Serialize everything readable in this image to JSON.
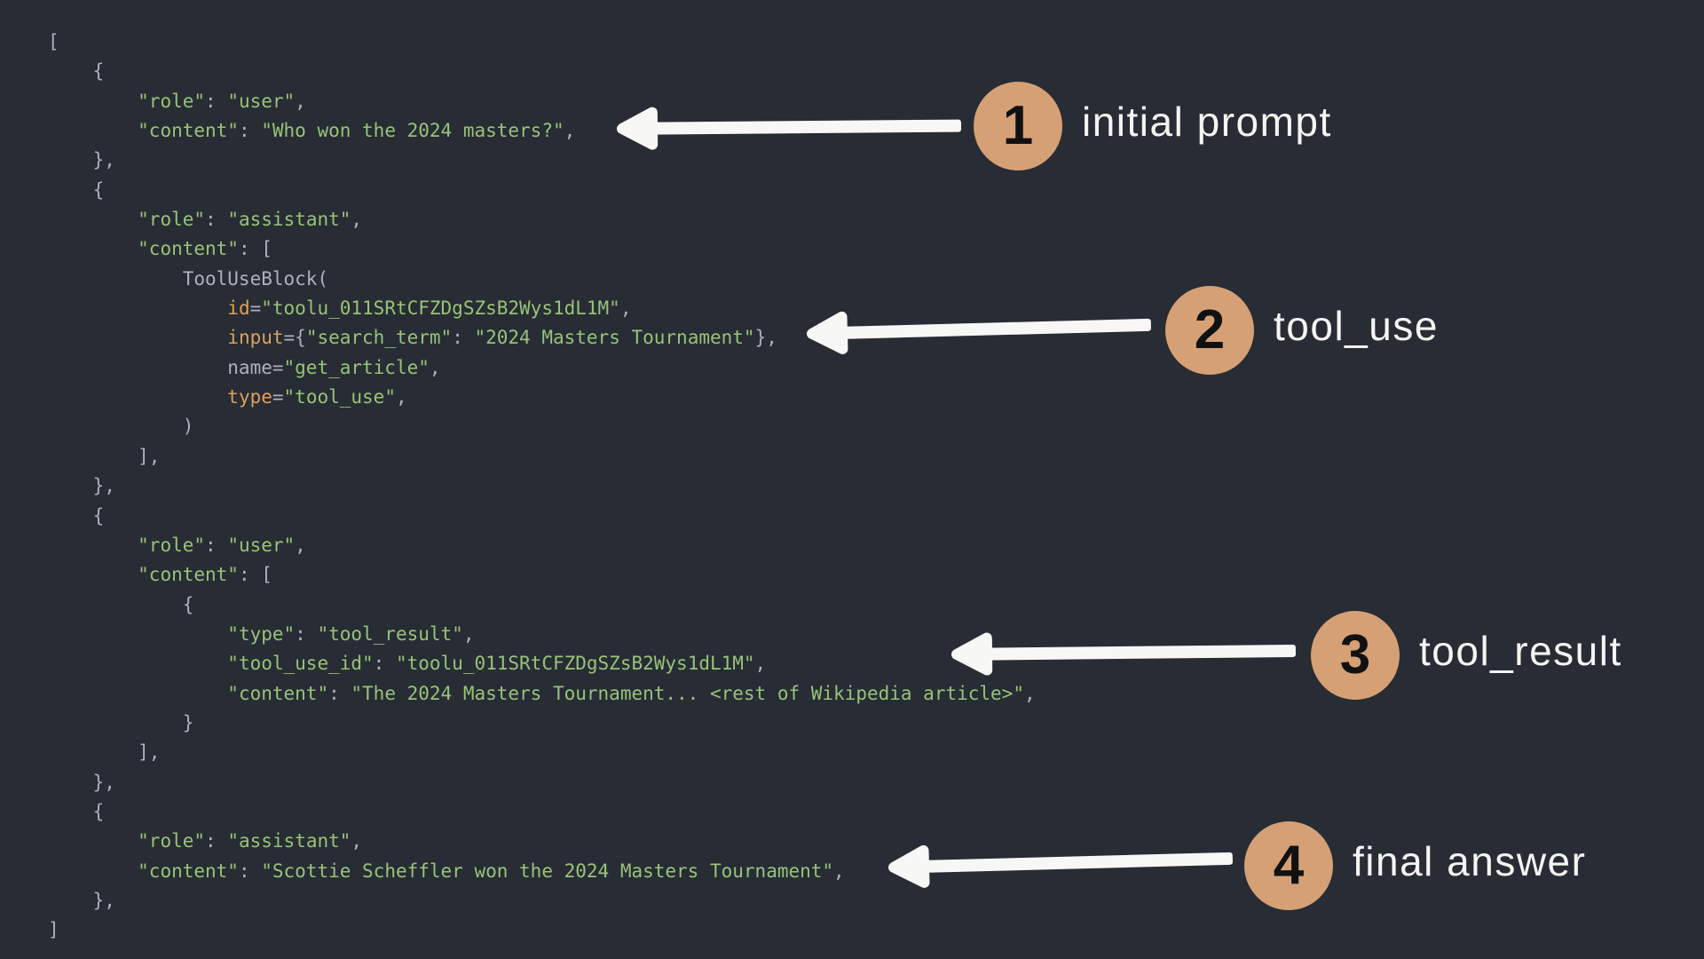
{
  "colors": {
    "background": "#282c34",
    "code_punctuation": "#abb2bf",
    "code_string": "#98c379",
    "code_builtin": "#dda15e",
    "callout_circle": "#d5a075",
    "callout_number": "#111111",
    "callout_label": "#f4f4f2",
    "arrow": "#f7f7f5"
  },
  "code": {
    "lines": [
      [
        [
          "p",
          "["
        ]
      ],
      [
        [
          "p",
          "    {"
        ]
      ],
      [
        [
          "p",
          "        "
        ],
        [
          "s",
          "\"role\""
        ],
        [
          "p",
          ": "
        ],
        [
          "s",
          "\"user\""
        ],
        [
          "p",
          ","
        ]
      ],
      [
        [
          "p",
          "        "
        ],
        [
          "s",
          "\"content\""
        ],
        [
          "p",
          ": "
        ],
        [
          "s",
          "\"Who won the 2024 masters?\""
        ],
        [
          "p",
          ","
        ]
      ],
      [
        [
          "p",
          "    },"
        ]
      ],
      [
        [
          "p",
          "    {"
        ]
      ],
      [
        [
          "p",
          "        "
        ],
        [
          "s",
          "\"role\""
        ],
        [
          "p",
          ": "
        ],
        [
          "s",
          "\"assistant\""
        ],
        [
          "p",
          ","
        ]
      ],
      [
        [
          "p",
          "        "
        ],
        [
          "s",
          "\"content\""
        ],
        [
          "p",
          ": ["
        ]
      ],
      [
        [
          "p",
          "            ToolUseBlock("
        ]
      ],
      [
        [
          "p",
          "                "
        ],
        [
          "b",
          "id"
        ],
        [
          "p",
          "="
        ],
        [
          "s",
          "\"toolu_011SRtCFZDgSZsB2Wys1dL1M\""
        ],
        [
          "p",
          ","
        ]
      ],
      [
        [
          "p",
          "                "
        ],
        [
          "b",
          "input"
        ],
        [
          "p",
          "={"
        ],
        [
          "s",
          "\"search_term\""
        ],
        [
          "p",
          ": "
        ],
        [
          "s",
          "\"2024 Masters Tournament\""
        ],
        [
          "p",
          "},"
        ]
      ],
      [
        [
          "p",
          "                name="
        ],
        [
          "s",
          "\"get_article\""
        ],
        [
          "p",
          ","
        ]
      ],
      [
        [
          "p",
          "                "
        ],
        [
          "b",
          "type"
        ],
        [
          "p",
          "="
        ],
        [
          "s",
          "\"tool_use\""
        ],
        [
          "p",
          ","
        ]
      ],
      [
        [
          "p",
          "            )"
        ]
      ],
      [
        [
          "p",
          "        ],"
        ]
      ],
      [
        [
          "p",
          "    },"
        ]
      ],
      [
        [
          "p",
          "    {"
        ]
      ],
      [
        [
          "p",
          "        "
        ],
        [
          "s",
          "\"role\""
        ],
        [
          "p",
          ": "
        ],
        [
          "s",
          "\"user\""
        ],
        [
          "p",
          ","
        ]
      ],
      [
        [
          "p",
          "        "
        ],
        [
          "s",
          "\"content\""
        ],
        [
          "p",
          ": ["
        ]
      ],
      [
        [
          "p",
          "            {"
        ]
      ],
      [
        [
          "p",
          "                "
        ],
        [
          "s",
          "\"type\""
        ],
        [
          "p",
          ": "
        ],
        [
          "s",
          "\"tool_result\""
        ],
        [
          "p",
          ","
        ]
      ],
      [
        [
          "p",
          "                "
        ],
        [
          "s",
          "\"tool_use_id\""
        ],
        [
          "p",
          ": "
        ],
        [
          "s",
          "\"toolu_011SRtCFZDgSZsB2Wys1dL1M\""
        ],
        [
          "p",
          ","
        ]
      ],
      [
        [
          "p",
          "                "
        ],
        [
          "s",
          "\"content\""
        ],
        [
          "p",
          ": "
        ],
        [
          "s",
          "\"The 2024 Masters Tournament... <rest of Wikipedia article>\""
        ],
        [
          "p",
          ","
        ]
      ],
      [
        [
          "p",
          "            }"
        ]
      ],
      [
        [
          "p",
          "        ],"
        ]
      ],
      [
        [
          "p",
          "    },"
        ]
      ],
      [
        [
          "p",
          "    {"
        ]
      ],
      [
        [
          "p",
          "        "
        ],
        [
          "s",
          "\"role\""
        ],
        [
          "p",
          ": "
        ],
        [
          "s",
          "\"assistant\""
        ],
        [
          "p",
          ","
        ]
      ],
      [
        [
          "p",
          "        "
        ],
        [
          "s",
          "\"content\""
        ],
        [
          "p",
          ": "
        ],
        [
          "s",
          "\"Scottie Scheffler won the 2024 Masters Tournament\""
        ],
        [
          "p",
          ","
        ]
      ],
      [
        [
          "p",
          "    },"
        ]
      ],
      [
        [
          "p",
          "]"
        ]
      ]
    ]
  },
  "callouts": [
    {
      "number": "1",
      "label": "initial prompt"
    },
    {
      "number": "2",
      "label": "tool_use"
    },
    {
      "number": "3",
      "label": "tool_result"
    },
    {
      "number": "4",
      "label": "final answer"
    }
  ]
}
